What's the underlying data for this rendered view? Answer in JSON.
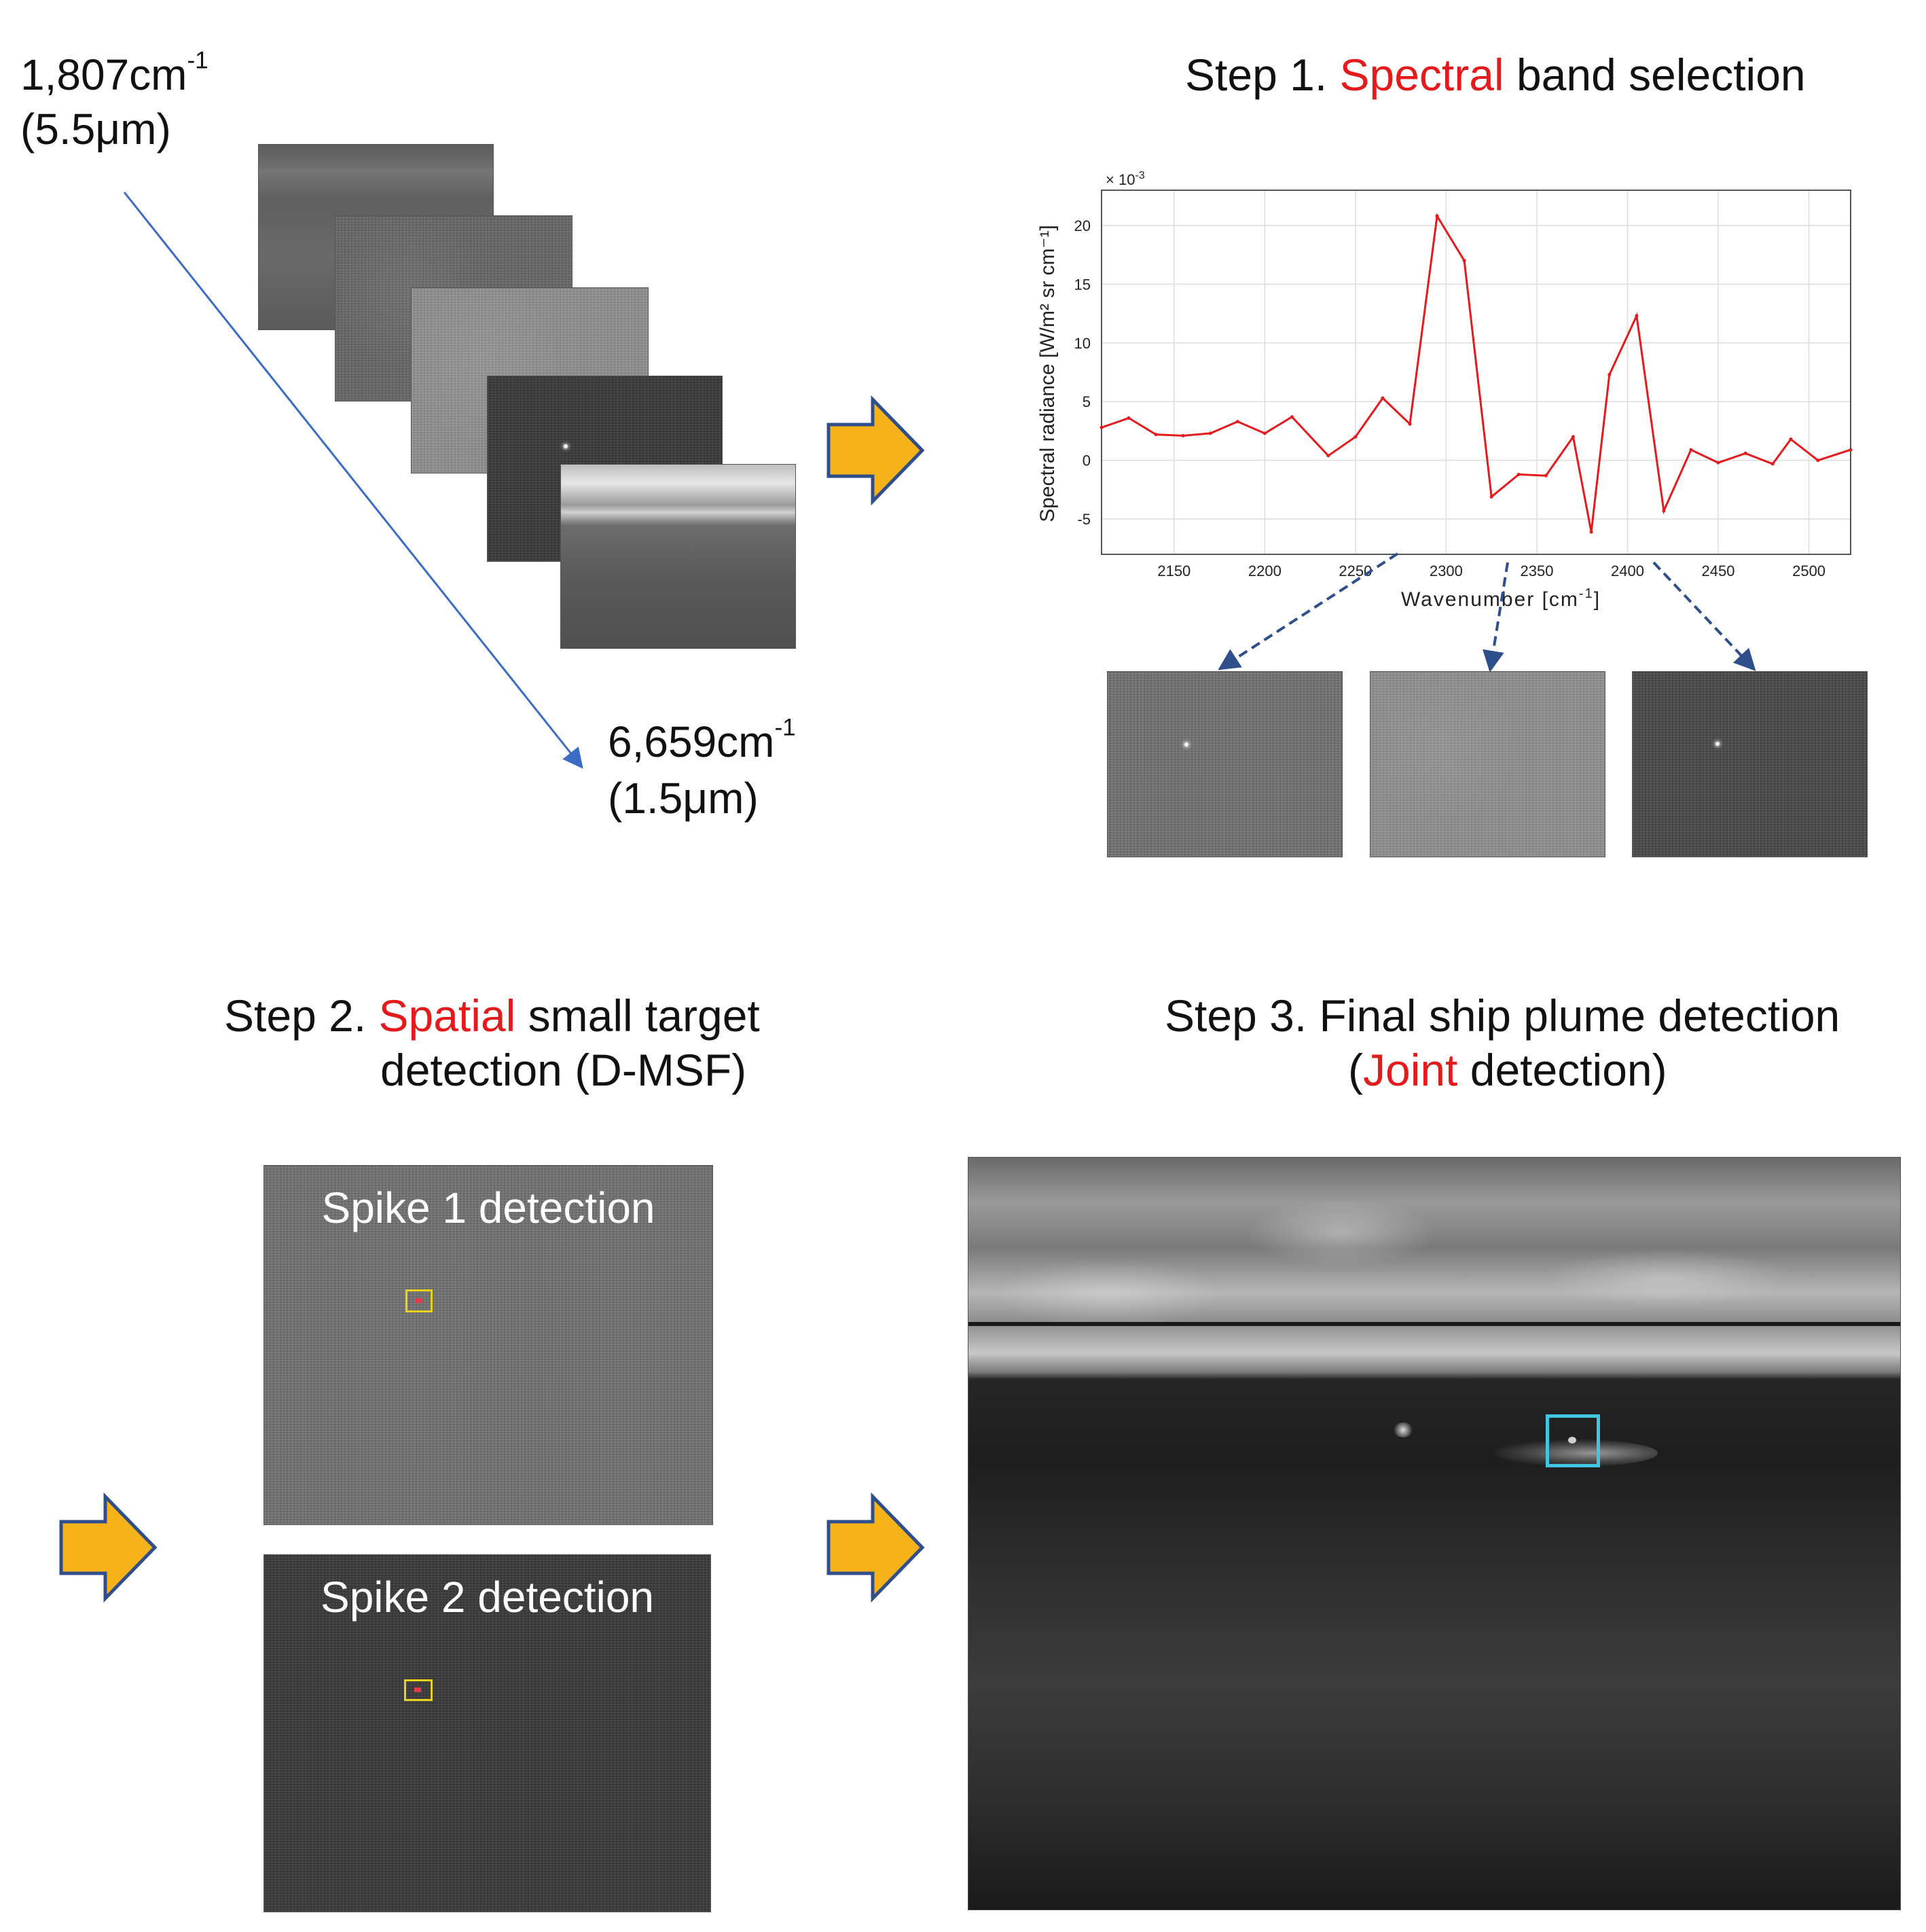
{
  "band_range": {
    "start": {
      "wavenumber": "1,807cm",
      "superscript": "-1",
      "wavelength": "(5.5μm)"
    },
    "end": {
      "wavenumber": "6,659cm",
      "superscript": "-1",
      "wavelength": "(1.5μm)"
    }
  },
  "step1": {
    "prefix": "Step 1. ",
    "highlight": "Spectral",
    "suffix": " band selection"
  },
  "step2": {
    "prefix": "Step 2. ",
    "highlight": "Spatial",
    "suffix": " small target",
    "line2": "detection (D-MSF)"
  },
  "step3": {
    "line1": "Step 3. Final ship plume detection",
    "paren_open": "(",
    "highlight": "Joint",
    "suffix": " detection)"
  },
  "detections": {
    "spike1": "Spike 1 detection",
    "spike2": "Spike 2 detection"
  },
  "colors": {
    "highlight": "#e41a1c",
    "arrow_fill": "#f6b219",
    "arrow_stroke": "#2f4e8c",
    "plot_line": "#e41a1c",
    "spike_box": "#e8d21a",
    "final_box": "#3fc6e3",
    "band_line": "#3a6cc6"
  },
  "chart_data": {
    "type": "line",
    "title": "",
    "xlabel": "Wavenumber [cm",
    "xlabel_sup": "-1",
    "xlabel_end": "]",
    "ylabel": "Spectral radiance [W/m² sr cm⁻¹]",
    "scale_label": "× 10",
    "scale_sup": "-3",
    "xlim": [
      2110,
      2523
    ],
    "ylim": [
      -8,
      23
    ],
    "xticks": [
      2150,
      2200,
      2250,
      2300,
      2350,
      2400,
      2450,
      2500
    ],
    "yticks": [
      -5,
      0,
      5,
      10,
      15,
      20
    ],
    "grid": true,
    "series": [
      {
        "x": [
          2110,
          2125,
          2140,
          2155,
          2170,
          2185,
          2200,
          2215,
          2235,
          2250,
          2265,
          2280,
          2295,
          2310,
          2325,
          2340,
          2355,
          2370,
          2380,
          2390,
          2405,
          2420,
          2435,
          2450,
          2465,
          2480,
          2490,
          2505,
          2523
        ],
        "y": [
          2.8,
          3.6,
          2.2,
          2.1,
          2.3,
          3.3,
          2.3,
          3.7,
          0.4,
          2.0,
          5.3,
          3.1,
          20.8,
          17.0,
          -3.1,
          -1.2,
          -1.3,
          2.0,
          -6.1,
          7.3,
          12.3,
          -4.3,
          0.9,
          -0.2,
          0.6,
          -0.3,
          1.8,
          0.0,
          0.9
        ]
      }
    ]
  },
  "band_markers": [
    2275,
    2315,
    2395
  ]
}
